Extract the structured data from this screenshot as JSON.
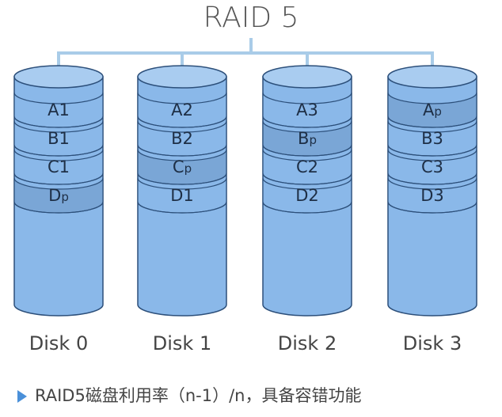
{
  "title": "RAID 5",
  "colors": {
    "disk_fill": "#8ab8e9",
    "disk_top": "#a9ccf0",
    "parity_fill": "#7aa6d6",
    "outline": "#2c4f7a",
    "connector": "#a9cce8"
  },
  "disks": [
    {
      "label": "Disk 0",
      "blocks": [
        {
          "main": "A",
          "sub": "1",
          "parity": false
        },
        {
          "main": "B",
          "sub": "1",
          "parity": false
        },
        {
          "main": "C",
          "sub": "1",
          "parity": false
        },
        {
          "main": "D",
          "sub": "p",
          "parity": true
        }
      ]
    },
    {
      "label": "Disk 1",
      "blocks": [
        {
          "main": "A",
          "sub": "2",
          "parity": false
        },
        {
          "main": "B",
          "sub": "2",
          "parity": false
        },
        {
          "main": "C",
          "sub": "p",
          "parity": true
        },
        {
          "main": "D",
          "sub": "1",
          "parity": false
        }
      ]
    },
    {
      "label": "Disk 2",
      "blocks": [
        {
          "main": "A",
          "sub": "3",
          "parity": false
        },
        {
          "main": "B",
          "sub": "p",
          "parity": true
        },
        {
          "main": "C",
          "sub": "2",
          "parity": false
        },
        {
          "main": "D",
          "sub": "2",
          "parity": false
        }
      ]
    },
    {
      "label": "Disk 3",
      "blocks": [
        {
          "main": "A",
          "sub": "p",
          "parity": true
        },
        {
          "main": "B",
          "sub": "3",
          "parity": false
        },
        {
          "main": "C",
          "sub": "3",
          "parity": false
        },
        {
          "main": "D",
          "sub": "3",
          "parity": false
        }
      ]
    }
  ],
  "footer": {
    "bullet_icon": "triangle-bullet-icon",
    "text": "RAID5磁盘利用率（n-1）/n，具备容错功能"
  }
}
